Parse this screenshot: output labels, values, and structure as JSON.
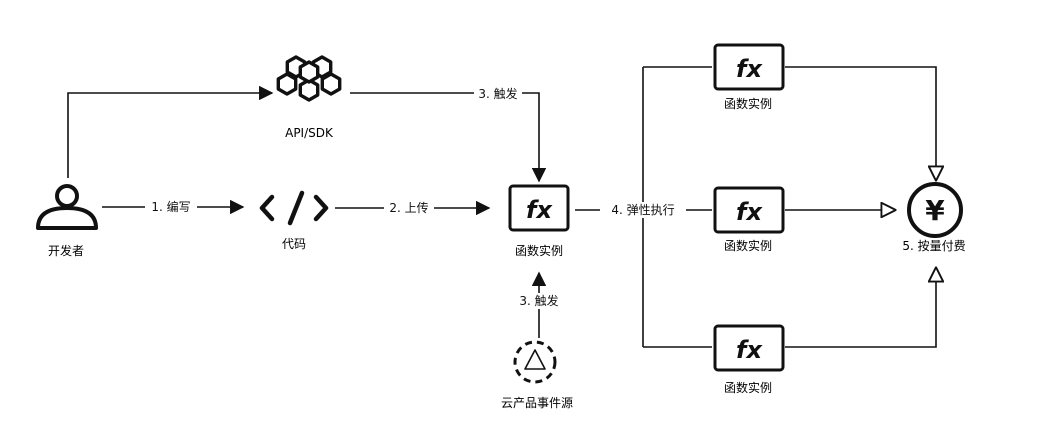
{
  "nodes": {
    "developer": {
      "label": "开发者",
      "icon": "user-icon"
    },
    "code": {
      "label": "代码",
      "icon": "code-brackets-icon"
    },
    "api_sdk": {
      "label": "API/SDK",
      "icon": "hexagon-cluster-icon"
    },
    "function_main": {
      "label": "函数实例",
      "icon": "fx-icon"
    },
    "event_source": {
      "label": "云产品事件源",
      "icon": "dashed-triangle-icon"
    },
    "function_top": {
      "label": "函数实例",
      "icon": "fx-icon"
    },
    "function_mid": {
      "label": "函数实例",
      "icon": "fx-icon"
    },
    "function_bottom": {
      "label": "函数实例",
      "icon": "fx-icon"
    },
    "billing": {
      "label": "5. 按量付费",
      "icon": "yen-icon"
    }
  },
  "edges": {
    "write": "1. 编写",
    "upload": "2. 上传",
    "trigger_api": "3. 触发",
    "trigger_event": "3. 触发",
    "scale": "4. 弹性执行"
  },
  "icon_glyphs": {
    "fx": "fx",
    "yen": "¥"
  }
}
